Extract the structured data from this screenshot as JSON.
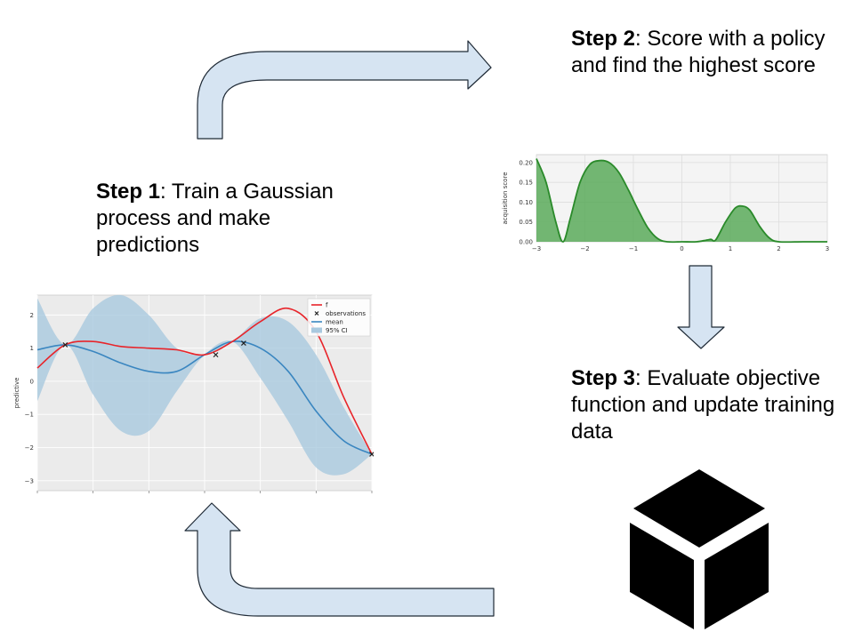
{
  "steps": {
    "step1": {
      "label": "Step 1",
      "text": ": Train a Gaussian process and make predictions"
    },
    "step2": {
      "label": "Step 2",
      "text": ": Score with a policy and find the highest score"
    },
    "step3": {
      "label": "Step 3",
      "text": ": Evaluate objective function and update training data"
    }
  },
  "colors": {
    "arrow_fill": "#d6e4f2",
    "arrow_stroke": "#1f2a36",
    "acq_line": "#2a8a2a",
    "acq_fill": "#5aaa5a",
    "f_line": "#e8242a",
    "mean_line": "#3a86c0",
    "ci_fill": "#a9c9df",
    "plot_bg": "#ebebeb",
    "black_box": "#000000"
  },
  "icons": {
    "black_box": "cube-icon"
  },
  "chart_data": [
    {
      "type": "area",
      "xlabel": "",
      "ylabel": "acquisition score",
      "xlim": [
        -3,
        3
      ],
      "ylim": [
        0,
        0.22
      ],
      "xticks": [
        "−3",
        "−2",
        "−1",
        "0",
        "1",
        "2",
        "3"
      ],
      "yticks": [
        "0.00",
        "0.05",
        "0.10",
        "0.15",
        "0.20"
      ],
      "grid": true,
      "x": [
        -3.0,
        -2.8,
        -2.6,
        -2.45,
        -2.3,
        -2.1,
        -1.9,
        -1.7,
        -1.5,
        -1.3,
        -1.1,
        -0.9,
        -0.7,
        -0.5,
        -0.3,
        0.0,
        0.3,
        0.5,
        0.6,
        0.7,
        0.9,
        1.1,
        1.25,
        1.4,
        1.6,
        1.8,
        2.0,
        2.5,
        3.0
      ],
      "values": [
        0.21,
        0.15,
        0.05,
        0.0,
        0.06,
        0.15,
        0.195,
        0.205,
        0.2,
        0.175,
        0.13,
        0.08,
        0.035,
        0.008,
        0.0,
        0.0,
        0.0,
        0.004,
        0.006,
        0.005,
        0.05,
        0.085,
        0.09,
        0.08,
        0.04,
        0.01,
        0.0,
        0.0,
        0.0
      ]
    },
    {
      "type": "line",
      "xlabel": "",
      "ylabel": "predictive",
      "xlim": [
        -3,
        3
      ],
      "ylim": [
        -3.3,
        2.6
      ],
      "yticks": [
        "2",
        "1",
        "0",
        "−1",
        "−2",
        "−3"
      ],
      "legend": "top-right",
      "grid": true,
      "x": [
        -3.0,
        -2.5,
        -2.0,
        -1.5,
        -1.0,
        -0.5,
        0.0,
        0.5,
        1.0,
        1.5,
        2.0,
        2.5,
        3.0
      ],
      "series": [
        {
          "name": "f",
          "values": [
            0.4,
            1.1,
            1.2,
            1.05,
            1.0,
            0.95,
            0.8,
            1.2,
            1.8,
            2.2,
            1.5,
            -0.5,
            -2.2
          ]
        },
        {
          "name": "mean",
          "values": [
            0.95,
            1.1,
            0.9,
            0.55,
            0.3,
            0.3,
            0.8,
            1.2,
            1.0,
            0.3,
            -0.9,
            -1.8,
            -2.2
          ]
        },
        {
          "name": "95% CI",
          "upper": [
            2.5,
            1.1,
            2.2,
            2.6,
            2.0,
            1.0,
            0.8,
            1.2,
            1.9,
            1.8,
            0.8,
            -0.8,
            -2.2
          ],
          "lower": [
            -0.6,
            1.1,
            -0.4,
            -1.5,
            -1.5,
            -0.3,
            0.8,
            1.2,
            0.1,
            -1.2,
            -2.6,
            -2.8,
            -2.2
          ]
        },
        {
          "name": "observations",
          "x": [
            -2.5,
            0.2,
            0.7,
            3.0
          ],
          "values": [
            1.1,
            0.8,
            1.15,
            -2.2
          ]
        }
      ]
    }
  ]
}
